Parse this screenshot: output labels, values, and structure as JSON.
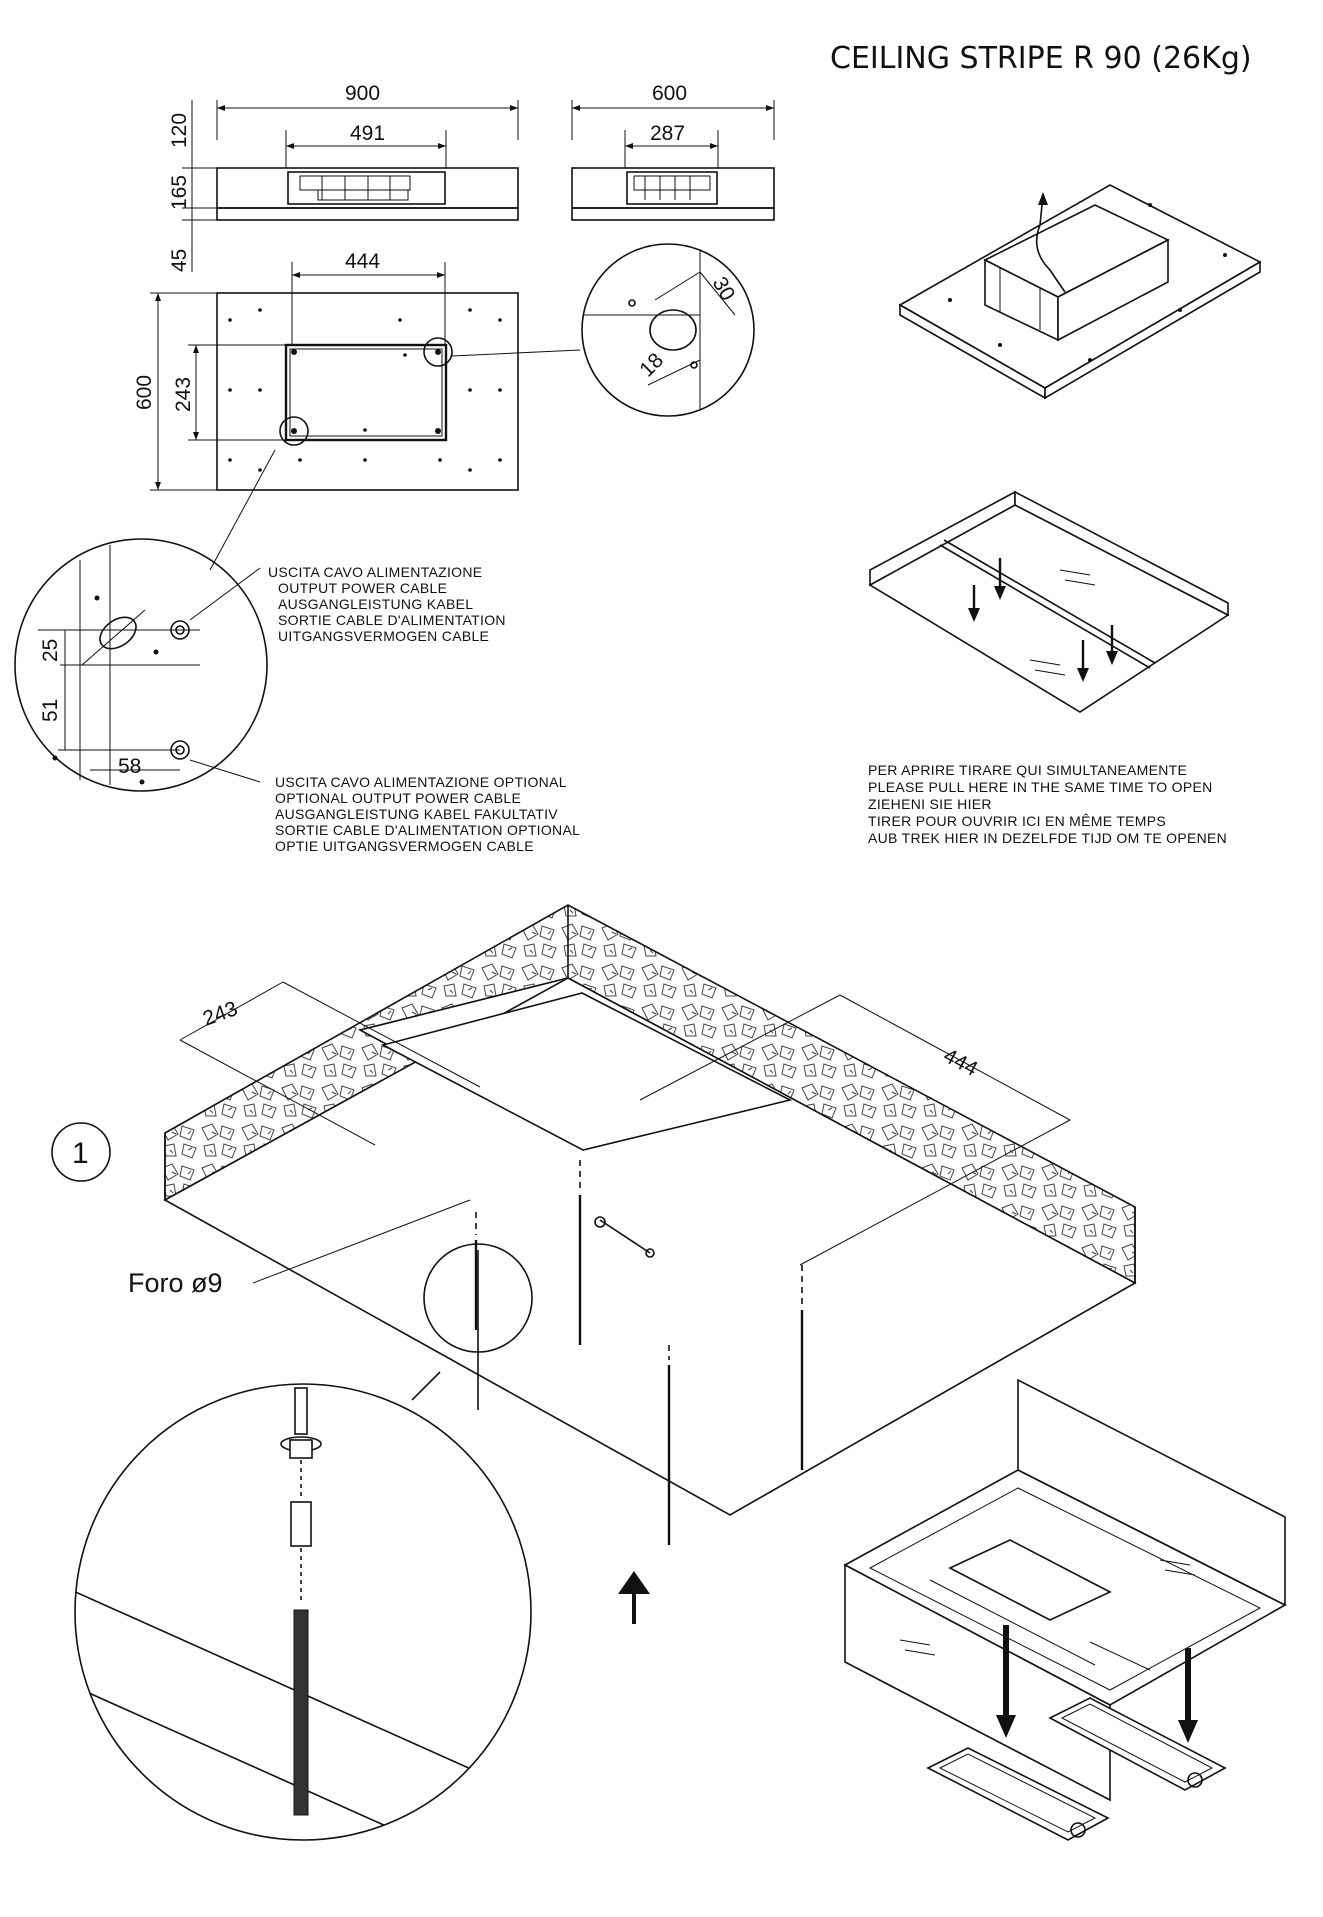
{
  "title": "CEILING STRIPE R 90 (26Kg)",
  "dimensions": {
    "front_width": "900",
    "front_inner": "491",
    "side_width": "600",
    "side_inner": "287",
    "h_top": "120",
    "h_mid": "165",
    "h_bottom": "45",
    "plan_inner_width": "444",
    "plan_height": "600",
    "plan_inner_height": "243",
    "detail_a": "30",
    "detail_b": "18",
    "cable_a": "25",
    "cable_b": "51",
    "cable_c": "58",
    "iso_a": "243",
    "iso_b": "444"
  },
  "notes": {
    "cable_output": [
      "USCITA  CAVO  ALIMENTAZIONE",
      "OUTPUT  POWER  CABLE",
      "AUSGANGLEISTUNG  KABEL",
      "SORTIE  CABLE  D'ALIMENTATION",
      "UITGANGSVERMOGEN  CABLE"
    ],
    "cable_optional": [
      "USCITA  CAVO  ALIMENTAZIONE  OPTIONAL",
      "OPTIONAL  OUTPUT  POWER  CABLE",
      "AUSGANGLEISTUNG  KABEL  FAKULTATIV",
      "SORTIE  CABLE  D'ALIMENTATION  OPTIONAL",
      "OPTIE  UITGANGSVERMOGEN  CABLE"
    ],
    "open_instructions": [
      "PER  APRIRE  TIRARE  QUI  SIMULTANEAMENTE",
      "PLEASE  PULL  HERE  IN  THE  SAME  TIME  TO  OPEN",
      "ZIEHENI  SIE  HIER",
      "TIRER  POUR  OUVRIR  ICI  EN  MÊME  TEMPS",
      "AUB  TREK  HIER  IN  DEZELFDE  TIJD  OM  TE  OPENEN"
    ]
  },
  "step_number": "1",
  "hole_label": "Foro  ø9"
}
